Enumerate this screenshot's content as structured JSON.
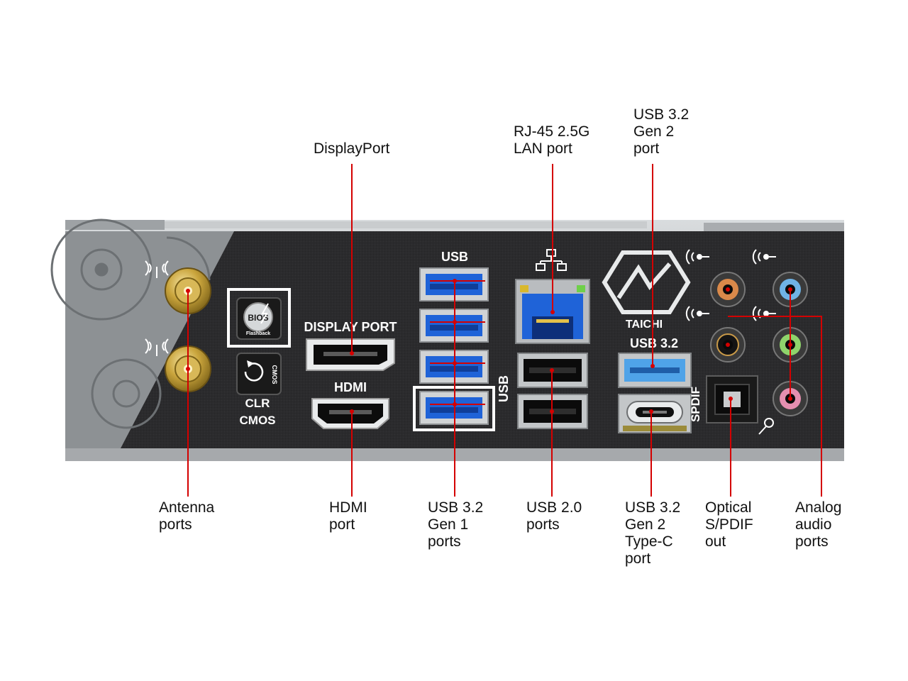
{
  "colors": {
    "accent_line": "#d40000",
    "panel": "#2a2a2c",
    "silver": "#b9bcbf",
    "usb3": "#1f63d8",
    "gold": "#c9a43c"
  },
  "callouts": {
    "displayport": "DisplayPort",
    "rj45": "RJ-45 2.5G\nLAN port",
    "usb32_gen2_top": "USB 3.2\nGen 2\nport",
    "antenna": "Antenna\nports",
    "hdmi": "HDMI\nport",
    "usb32_gen1": "USB 3.2\nGen 1\nports",
    "usb20": "USB 2.0\nports",
    "usb32_typec": "USB 3.2\nGen 2\nType-C\nport",
    "optical": "Optical\nS/PDIF\nout",
    "analog": "Analog\naudio\nports"
  },
  "panel_labels": {
    "usb_top": "USB",
    "display_port": "DISPLAY PORT",
    "hdmi": "HDMI",
    "usb_vertical": "USB",
    "usb32": "USB 3.2",
    "spdif": "SPDIF",
    "clr_cmos_1": "CLR",
    "clr_cmos_2": "CMOS",
    "bios": "BIOS",
    "flashback": "Flashback",
    "cmos_small": "CMOS",
    "taichi": "TAICHI"
  },
  "icons": {
    "antenna": "wifi-antenna-icon",
    "network": "network-icon",
    "audio": "audio-jack-icon",
    "mic": "microphone-icon",
    "bios": "bios-flashback-icon",
    "reset": "reset-icon",
    "logo": "taichi-logo-icon"
  }
}
